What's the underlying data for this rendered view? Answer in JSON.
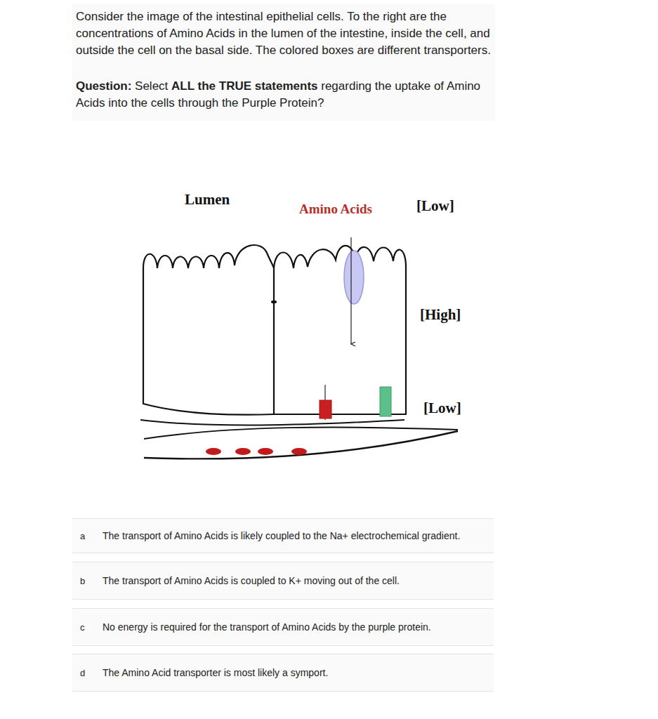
{
  "diagram": {
    "nodes": [
      {
        "text": [
          "a",
          "The transport of Amino Acids is likely coupled to the Na+ electrochemical gradient."
        ]
      },
      {
        "text": [
          "b",
          "The transport of Amino Acids is coupled to K+ moving out of the cell."
        ]
      },
      {
        "text": [
          "c",
          "No energy is required for the transport of Amino Acids by the purple protein."
        ]
      },
      {
        "text": [
          "d",
          "The Amino Acid transporter is most likely a symport."
        ]
      }
    ],
    "labels": [
      "Consider the image of the intestinal epithelial cells. To the right are the concentrations of Amino Acids in the lumen of the intestine, inside the cell, and outside the cell on the basal side. The colored boxes are different transporters.",
      "Question:",
      "Select",
      "ALL the TRUE statements",
      "regarding the uptake of Amino Acids into the cells through the Purple Protein?",
      "Lumen",
      "Amino Acids",
      "[Low]",
      "[High]",
      "[Low]"
    ]
  }
}
